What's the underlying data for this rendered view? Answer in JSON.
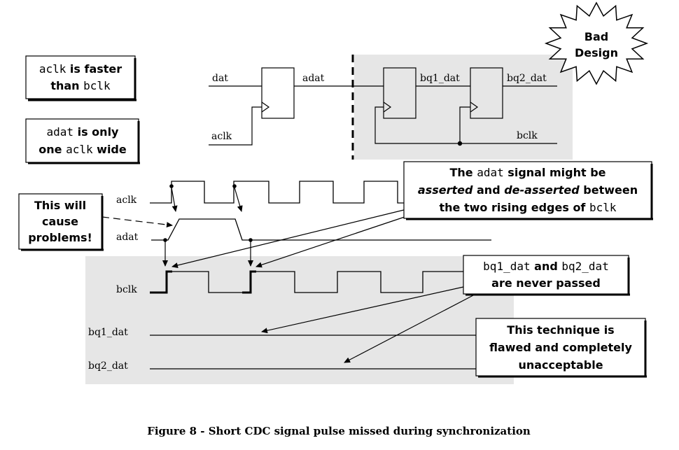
{
  "figure": {
    "caption": "Figure 8 - Short CDC signal pulse missed during synchronization",
    "badge": {
      "line1": "Bad",
      "line2": "Design"
    }
  },
  "schematic": {
    "dat": "dat",
    "aclk": "aclk",
    "adat": "adat",
    "bq1_dat": "bq1_dat",
    "bq2_dat": "bq2_dat",
    "bclk": "bclk"
  },
  "waveforms": {
    "aclk": "aclk",
    "adat": "adat",
    "bclk": "bclk",
    "bq1_dat": "bq1_dat",
    "bq2_dat": "bq2_dat"
  },
  "notes": {
    "aclk_faster": {
      "code1": "aclk",
      "text1": " is faster",
      "text2": "than ",
      "code2": "bclk"
    },
    "adat_one_wide": {
      "code1": "adat",
      "text1": " is only",
      "text2": "one ",
      "code2": "aclk",
      "text3": " wide"
    },
    "cause_problems": {
      "line1": "This will",
      "line2": "cause",
      "line3": "problems!"
    },
    "adat_signal": {
      "l1a": "The ",
      "l1code": "adat",
      "l1b": " signal might be",
      "l2a": "asserted",
      "l2b": " and ",
      "l2c": "de-asserted",
      "l2d": " between",
      "l3a": "the two rising edges of ",
      "l3code": "bclk"
    },
    "never_passed": {
      "code1": "bq1_dat",
      "text1": " and ",
      "code2": "bq2_dat",
      "line2": "are never passed"
    },
    "flawed": {
      "line1": "This technique is",
      "line2": "flawed and completely",
      "line3": "unacceptable"
    }
  }
}
